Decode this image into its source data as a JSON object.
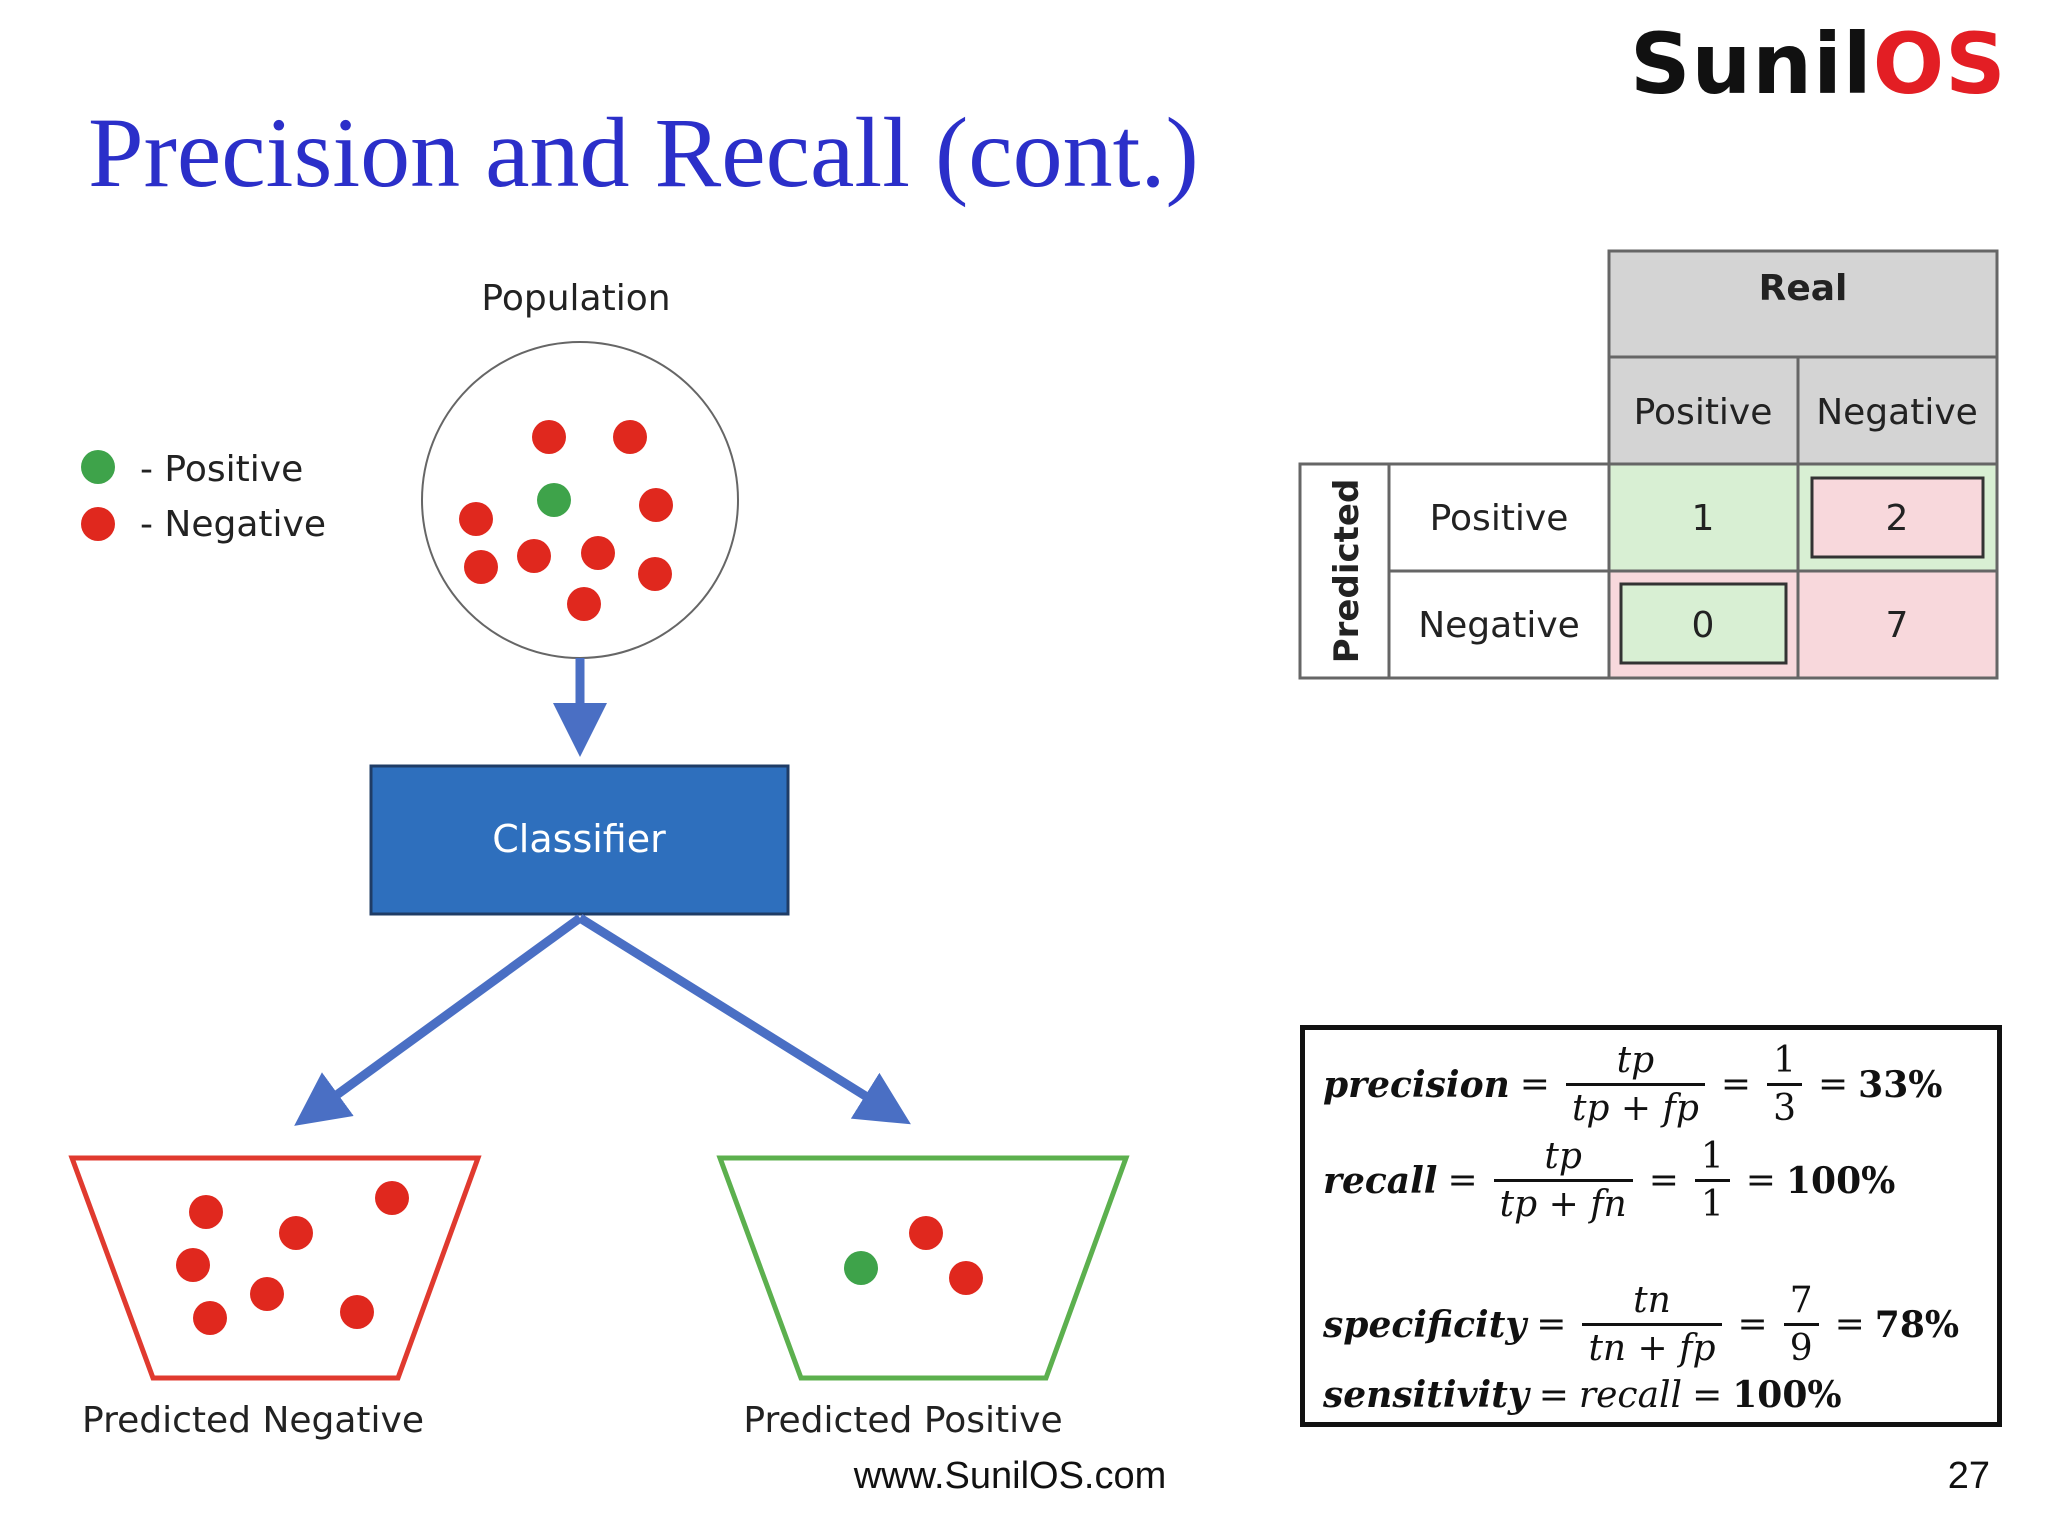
{
  "logo": {
    "part1": "Sunil",
    "part2": "OS"
  },
  "title": "Precision and Recall (cont.)",
  "legend": {
    "positive": "- Positive",
    "negative": "- Negative"
  },
  "diagram": {
    "population_label": "Population",
    "classifier_label": "Classifier",
    "predicted_negative_label": "Predicted Negative",
    "predicted_positive_label": "Predicted Positive",
    "population_counts": {
      "positive": 1,
      "negative": 9
    },
    "predicted_negative_counts": {
      "positive": 0,
      "negative": 7
    },
    "predicted_positive_counts": {
      "positive": 1,
      "negative": 2
    }
  },
  "matrix": {
    "real_header": "Real",
    "predicted_header": "Predicted",
    "col_positive": "Positive",
    "col_negative": "Negative",
    "row_positive": "Positive",
    "row_negative": "Negative",
    "tp": "1",
    "fp": "2",
    "fn": "0",
    "tn": "7"
  },
  "formulas": {
    "precision": {
      "name": "precision",
      "num": "tp",
      "den": "tp + fp",
      "fnum": "1",
      "fden": "3",
      "result": "33%"
    },
    "recall": {
      "name": "recall",
      "num": "tp",
      "den": "tp + fn",
      "fnum": "1",
      "fden": "1",
      "result": "100%"
    },
    "specificity": {
      "name": "specificity",
      "num": "tn",
      "den": "tn + fp",
      "fnum": "7",
      "fden": "9",
      "result": "78%"
    },
    "sensitivity": {
      "name": "sensitivity",
      "eq": "recall",
      "result": "100%"
    }
  },
  "colors": {
    "title": "#2b2fc9",
    "positive_dot": "#3ea34a",
    "negative_dot": "#e0281e",
    "classifier_fill": "#2e6fbd",
    "arrow": "#4a6fc4",
    "tp_cell": "#d8efd3",
    "fp_cell": "#f8d8dc",
    "header_fill": "#d4d4d4"
  },
  "footer": "www.SunilOS.com",
  "page_number": "27"
}
